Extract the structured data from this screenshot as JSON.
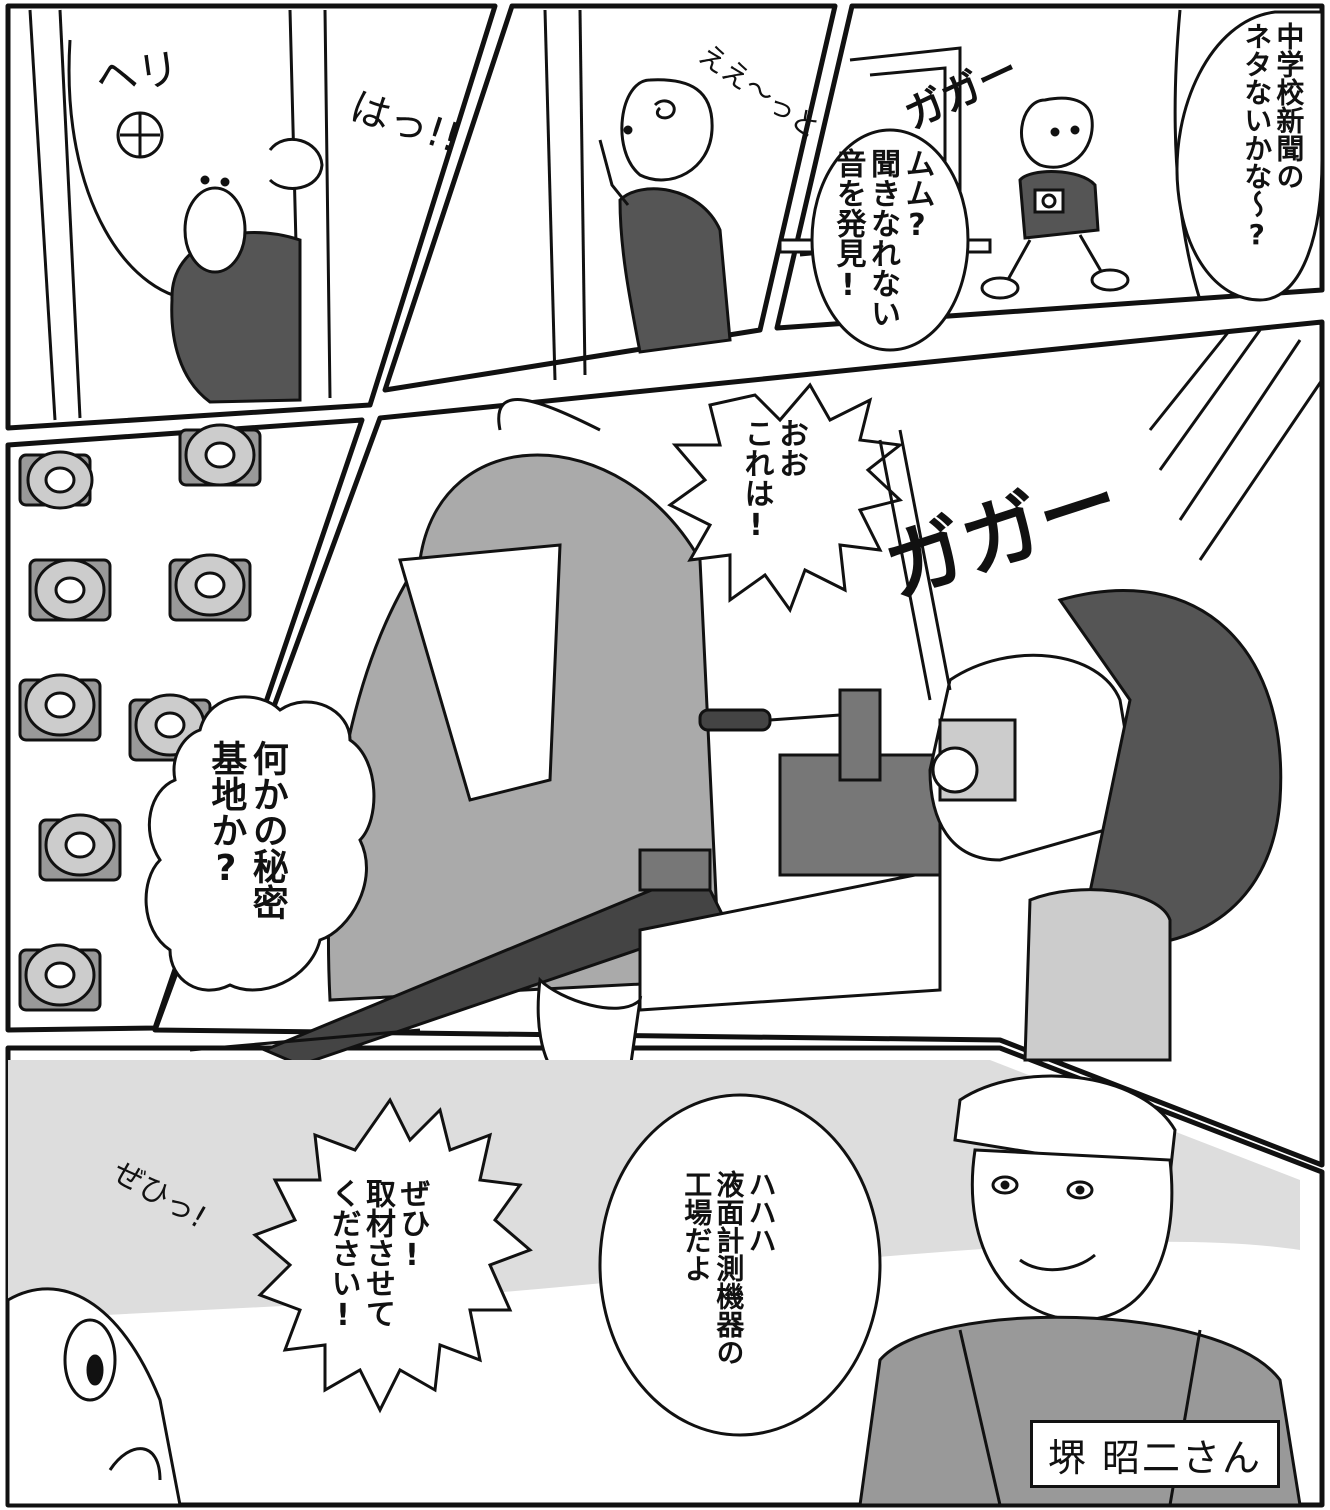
{
  "panel1": {
    "sfx_left": "ヘリ",
    "sfx_right": "はっ!!"
  },
  "panel2": {
    "sfx": "ええ〜っと"
  },
  "panel3": {
    "narration": "中学校新聞の\nネタないかな〜?",
    "speech": "ムム?\n聞きなれない\n音を発見!",
    "sfx": "ガガー"
  },
  "panel4": {
    "speech": "何かの秘密\n基地か?"
  },
  "panel5": {
    "speech": "おお\nこれは!",
    "sfx": "ガガー"
  },
  "panel6": {
    "kid_speech": "ぜひ!\n取材させて\nください!",
    "worker_speech": "ハハハ\n液面計測機器の\n工場だよ",
    "sfx": "ぜひっ!",
    "caption": "堺 昭二さん"
  }
}
